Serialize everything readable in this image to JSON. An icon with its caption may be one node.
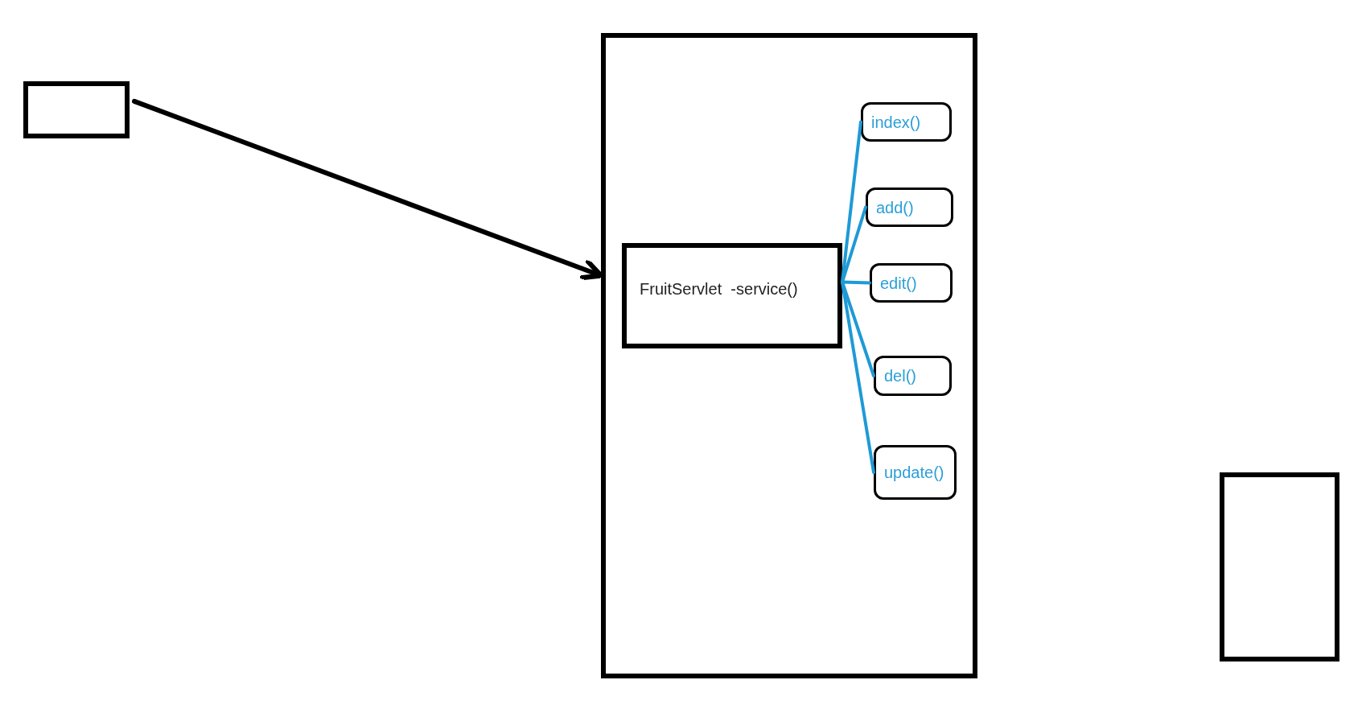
{
  "diagram": {
    "nodes": [
      {
        "text": [],
        "shape": "box"
      },
      {
        "text": [],
        "shape": "box"
      },
      {
        "text": [
          "FruitServlet  -service()"
        ],
        "in": 1
      },
      {
        "text": [
          "index()"
        ],
        "in": 1
      },
      {
        "text": [
          "add()"
        ],
        "in": 1
      },
      {
        "text": [
          "edit()"
        ],
        "in": 1
      },
      {
        "text": [
          "del()"
        ],
        "in": 1
      },
      {
        "text": [
          "update()"
        ],
        "in": 1
      },
      {
        "text": [],
        "shape": "box"
      }
    ],
    "edges": [
      {
        "from": 0,
        "to": 1,
        "arrow": "to",
        "color": "#000000"
      },
      {
        "from": 2,
        "to": 3,
        "arrow": "none"
      },
      {
        "from": 2,
        "to": 4,
        "arrow": "none"
      },
      {
        "from": 2,
        "to": 5,
        "arrow": "none"
      },
      {
        "from": 2,
        "to": 6,
        "arrow": "none"
      },
      {
        "from": 2,
        "to": 7,
        "arrow": "none"
      }
    ]
  }
}
